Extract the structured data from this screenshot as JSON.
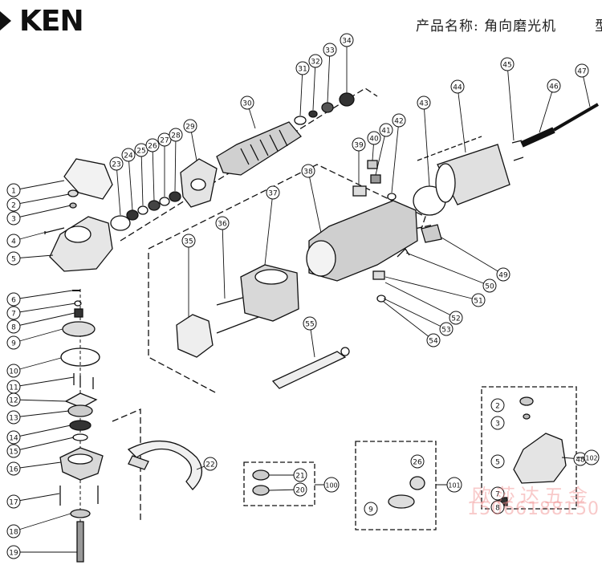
{
  "header": {
    "brand": "KEN",
    "product_title": "产品名称: 角向磨光机",
    "title_tail": "型"
  },
  "callouts": [
    "1",
    "2",
    "3",
    "4",
    "5",
    "6",
    "7",
    "8",
    "9",
    "10",
    "11",
    "12",
    "13",
    "14",
    "15",
    "16",
    "17",
    "18",
    "19",
    "20",
    "21",
    "22",
    "23",
    "24",
    "25",
    "26",
    "27",
    "28",
    "29",
    "30",
    "31",
    "32",
    "33",
    "34",
    "35",
    "36",
    "37",
    "38",
    "39",
    "40",
    "41",
    "42",
    "43",
    "44",
    "45",
    "46",
    "47",
    "48",
    "49",
    "50",
    "51",
    "52",
    "53",
    "54",
    "55"
  ],
  "inset_groups": [
    {
      "id": "ring-bearing-kit",
      "label": "100",
      "parts": [
        "21",
        "20"
      ]
    },
    {
      "id": "flange-kit",
      "label": "101",
      "parts": [
        "26",
        "9"
      ]
    },
    {
      "id": "head-kit",
      "label": "102",
      "parts": [
        "2",
        "3",
        "5",
        "7",
        "8"
      ]
    }
  ],
  "watermark": {
    "line1": "欧莎达五金",
    "line2": "15066188150"
  },
  "colors": {
    "ink": "#111111",
    "paper": "#ffffff",
    "watermark": "#f08a8a"
  }
}
